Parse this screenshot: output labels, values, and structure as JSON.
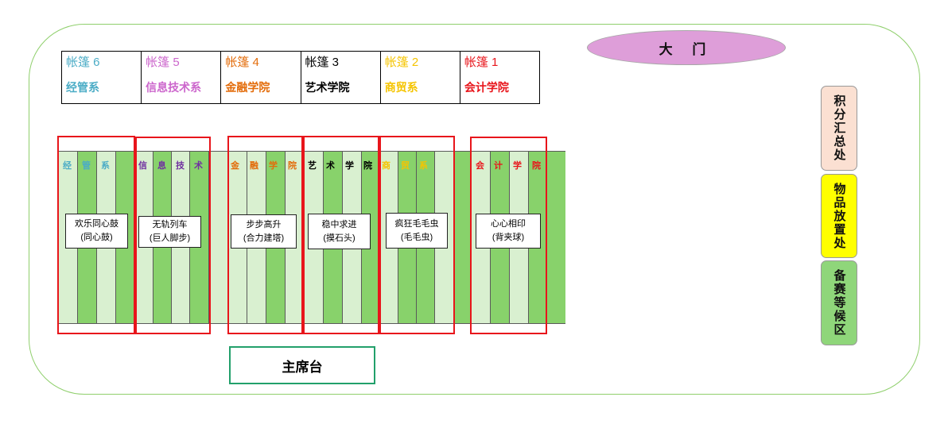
{
  "gate": {
    "label": "大  门",
    "color": "#de9ed9"
  },
  "tents": [
    {
      "name": "帐篷 6",
      "dept": "经管系",
      "color": "#4bacc6"
    },
    {
      "name": "帐篷 5",
      "dept": "信息技术系",
      "color": "#cc66cc"
    },
    {
      "name": "帐篷 4",
      "dept": "金融学院",
      "color": "#e36c0a"
    },
    {
      "name": "帐篷 3",
      "dept": "艺术学院",
      "color": "#000000"
    },
    {
      "name": "帐篷 2",
      "dept": "商贸系",
      "color": "#f5c400"
    },
    {
      "name": "帐篷 1",
      "dept": "会计学院",
      "color": "#e8151b"
    }
  ],
  "lanes": [
    {
      "chars": [
        "经",
        "管",
        "系"
      ],
      "color": "#4bacc6",
      "game": "欢乐同心鼓",
      "game_sub": "(同心鼓)"
    },
    {
      "chars": [
        "信",
        "息",
        "技",
        "术"
      ],
      "color": "#7030a0",
      "game": "无轨列车",
      "game_sub": "(巨人脚步)"
    },
    {
      "chars": [
        "金",
        "融",
        "学",
        "院"
      ],
      "color": "#e36c0a",
      "game": "步步高升",
      "game_sub": "(合力建塔)"
    },
    {
      "chars": [
        "艺",
        "术",
        "学",
        "院"
      ],
      "color": "#000000",
      "game": "稳中求进",
      "game_sub": "(摸石头)"
    },
    {
      "chars": [
        "商",
        "贸",
        "系"
      ],
      "color": "#f5c400",
      "game": "疯狂毛毛虫",
      "game_sub": "(毛毛虫)"
    },
    {
      "chars": [
        "会",
        "计",
        "学",
        "院"
      ],
      "color": "#e8151b",
      "game": "心心相印",
      "game_sub": "(背夹球)"
    }
  ],
  "host": {
    "label": "主席台"
  },
  "side": [
    {
      "label": "积分汇总处",
      "color": "#fbe0d2"
    },
    {
      "label": "物品放置处",
      "color": "#ffff00"
    },
    {
      "label": "备赛等候区",
      "color": "#8fd67a"
    }
  ],
  "colors": {
    "outline": "#8fcf6c",
    "stripe_light": "#d9f0d0",
    "stripe_dark": "#88d26b",
    "lane_border": "#e8151b"
  }
}
